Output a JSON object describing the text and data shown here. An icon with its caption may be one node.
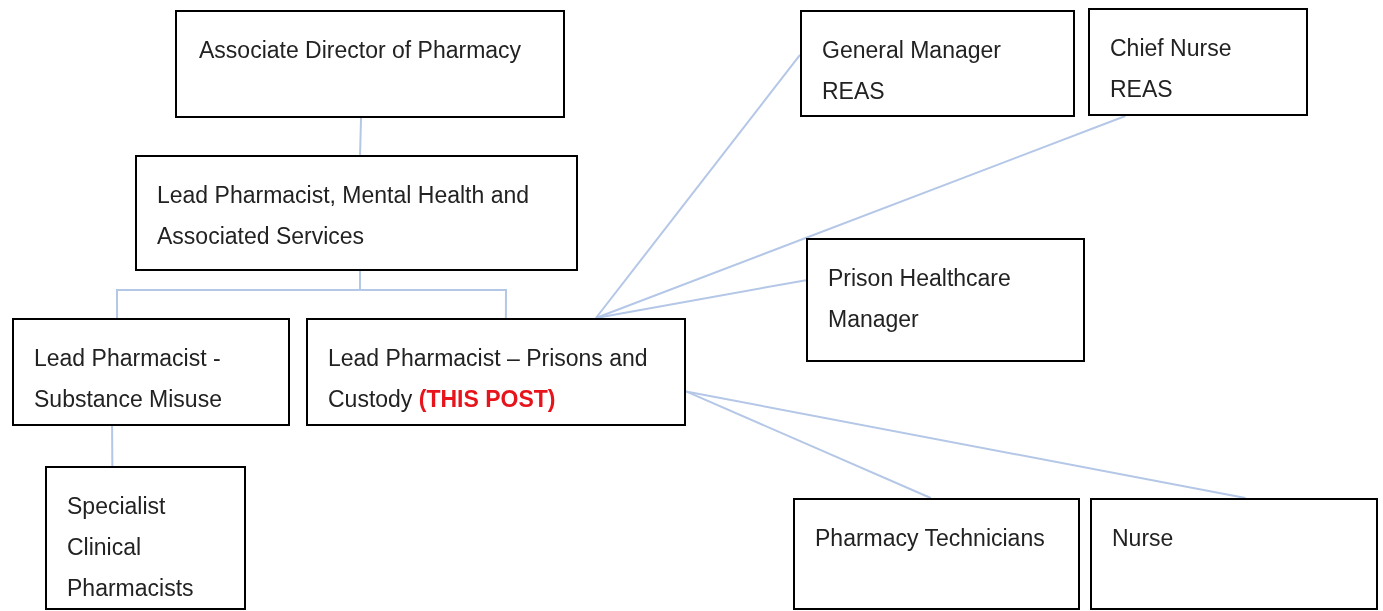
{
  "diagram": {
    "nodes": [
      {
        "text": [
          "Associate Director of Pharmacy"
        ]
      },
      {
        "text": [
          "Lead Pharmacist, Mental Health and Associated Services"
        ]
      },
      {
        "text": [
          "Lead Pharmacist - Substance Misuse"
        ]
      },
      {
        "text": [
          "Lead Pharmacist – Prisons and Custody **(THIS POST)**"
        ]
      },
      {
        "text": [
          "Specialist Clinical Pharmacists"
        ]
      },
      {
        "text": [
          "General Manager REAS"
        ]
      },
      {
        "text": [
          "Chief Nurse REAS"
        ]
      },
      {
        "text": [
          "Prison Healthcare Manager"
        ]
      },
      {
        "text": [
          "Pharmacy Technicians"
        ]
      },
      {
        "text": [
          "Nurse"
        ]
      }
    ],
    "edges": [
      {
        "from": 0,
        "to": 1,
        "arrow": "none"
      },
      {
        "from": 1,
        "to": 2,
        "arrow": "none"
      },
      {
        "from": 1,
        "to": 3,
        "arrow": "none"
      },
      {
        "from": 2,
        "to": 4,
        "arrow": "none"
      },
      {
        "from": 3,
        "to": 5,
        "arrow": "none"
      },
      {
        "from": 3,
        "to": 6,
        "arrow": "none"
      },
      {
        "from": 3,
        "to": 7,
        "arrow": "none"
      },
      {
        "from": 3,
        "to": 8,
        "arrow": "none"
      },
      {
        "from": 3,
        "to": 9,
        "arrow": "none"
      }
    ]
  }
}
